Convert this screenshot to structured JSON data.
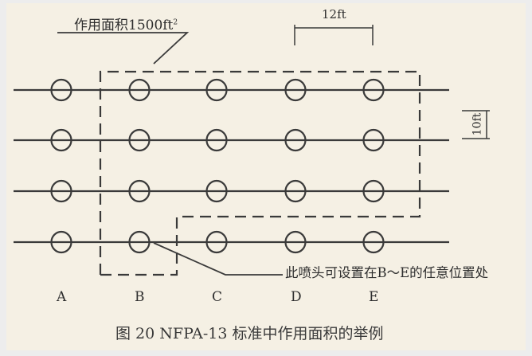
{
  "diagram": {
    "area_label": "作用面积1500ft",
    "area_label_sup": "2",
    "dim_horizontal": "12ft",
    "dim_vertical": "10ft",
    "note": "此喷头可设置在B～E的任意位置处",
    "columns": [
      "A",
      "B",
      "C",
      "D",
      "E"
    ],
    "rows": 4,
    "caption": "图 20   NFPA-13 标准中作用面积的举例"
  },
  "colors": {
    "ink": "#333333",
    "paper": "#f5f0e4"
  }
}
